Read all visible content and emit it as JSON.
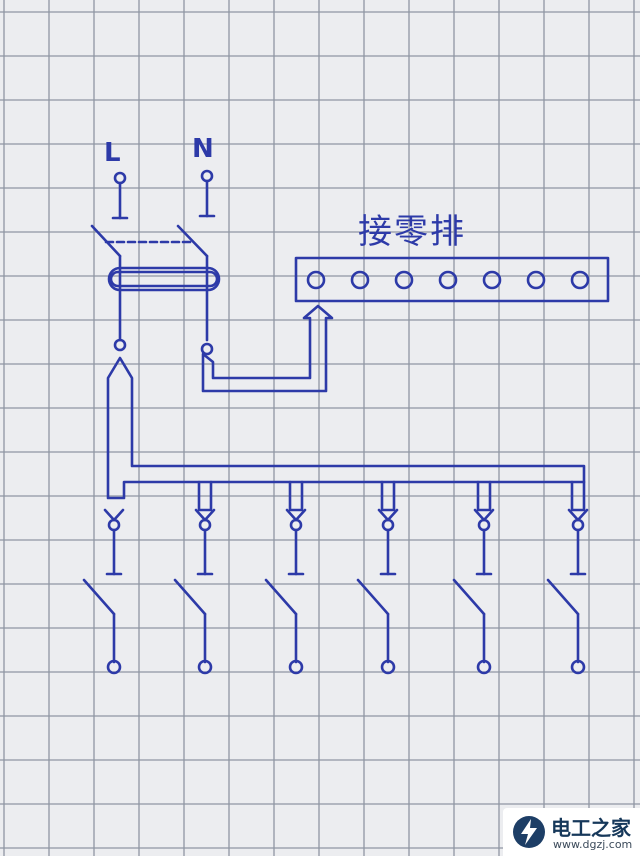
{
  "diagram": {
    "labels": {
      "live": "L",
      "neutral": "N",
      "neutral_bar": "接零排"
    },
    "neutral_bar_terminal_count": 7,
    "branch_breaker_count": 6,
    "ink_color": "#2d3aa8",
    "paper_color": "#ecedf0",
    "grid_color": "#8f96a3"
  },
  "watermark": {
    "brand": "电工之家",
    "site": "www.dgzj.com",
    "logo_icon": "lightning-logo-icon"
  }
}
